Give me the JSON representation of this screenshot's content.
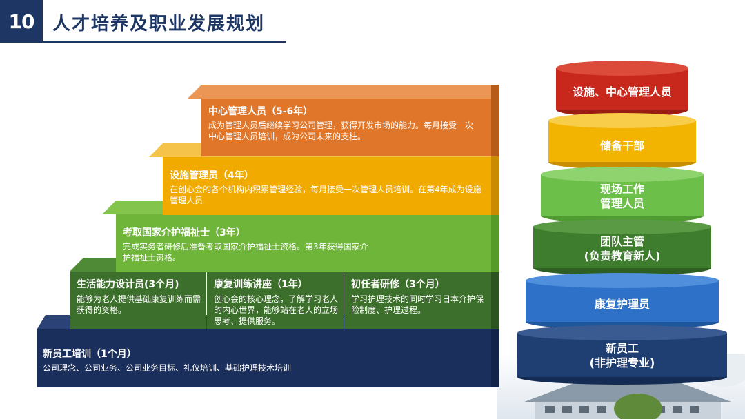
{
  "header": {
    "number": "10",
    "title": "人才培养及职业发展规划"
  },
  "stairs": [
    {
      "title": "新员工培训（1个月）",
      "desc": "公司理念、公司业务、公司业务目标、礼仪培训、基础护理技术培训",
      "color": "#1b2f5c"
    },
    {
      "title": "生活能力设计员(3个月)",
      "desc": "能够为老人提供基础康复训练而需获得的资格。",
      "color": "#3d6f2c"
    },
    {
      "title": "康复训练讲座（1年）",
      "desc": "创心会的核心理念，了解学习老人的内心世界，能够站在老人的立场思考、提供服务。",
      "color": "#3d6f2c"
    },
    {
      "title": "初任者研修（3个月）",
      "desc": "学习护理技术的同时学习日本介护保险制度、护理过程。",
      "color": "#3d6f2c"
    },
    {
      "title": "考取国家介护福祉士（3年）",
      "desc": "完成实务者研修后准备考取国家介护福祉士资格。第3年获得国家介护福祉士资格。",
      "color": "#6fb53a"
    },
    {
      "title": "设施管理员（4年）",
      "desc": "在创心会的各个机构内积累管理经验，每月接受一次管理人员培训。在第4年成为设施管理人员",
      "color": "#f0aa00"
    },
    {
      "title": "中心管理人员（5-6年）",
      "desc": "成为管理人员后继续学习公司管理，获得开发市场的能力。每月接受一次中心管理人员培训，成为公司未来的支柱。",
      "color": "#e0762a"
    }
  ],
  "tiers": [
    {
      "label": "设施、中心管理人员",
      "color": "#c8281c"
    },
    {
      "label": "储备干部",
      "color": "#f2b400"
    },
    {
      "label": "现场工作\n管理人员",
      "color": "#6cc04a"
    },
    {
      "label": "团队主管\n(负责教育新人)",
      "color": "#3f7d2e"
    },
    {
      "label": "康复护理员",
      "color": "#2d72c8"
    },
    {
      "label": "新员工\n(非护理专业)",
      "color": "#1f3e72"
    }
  ]
}
